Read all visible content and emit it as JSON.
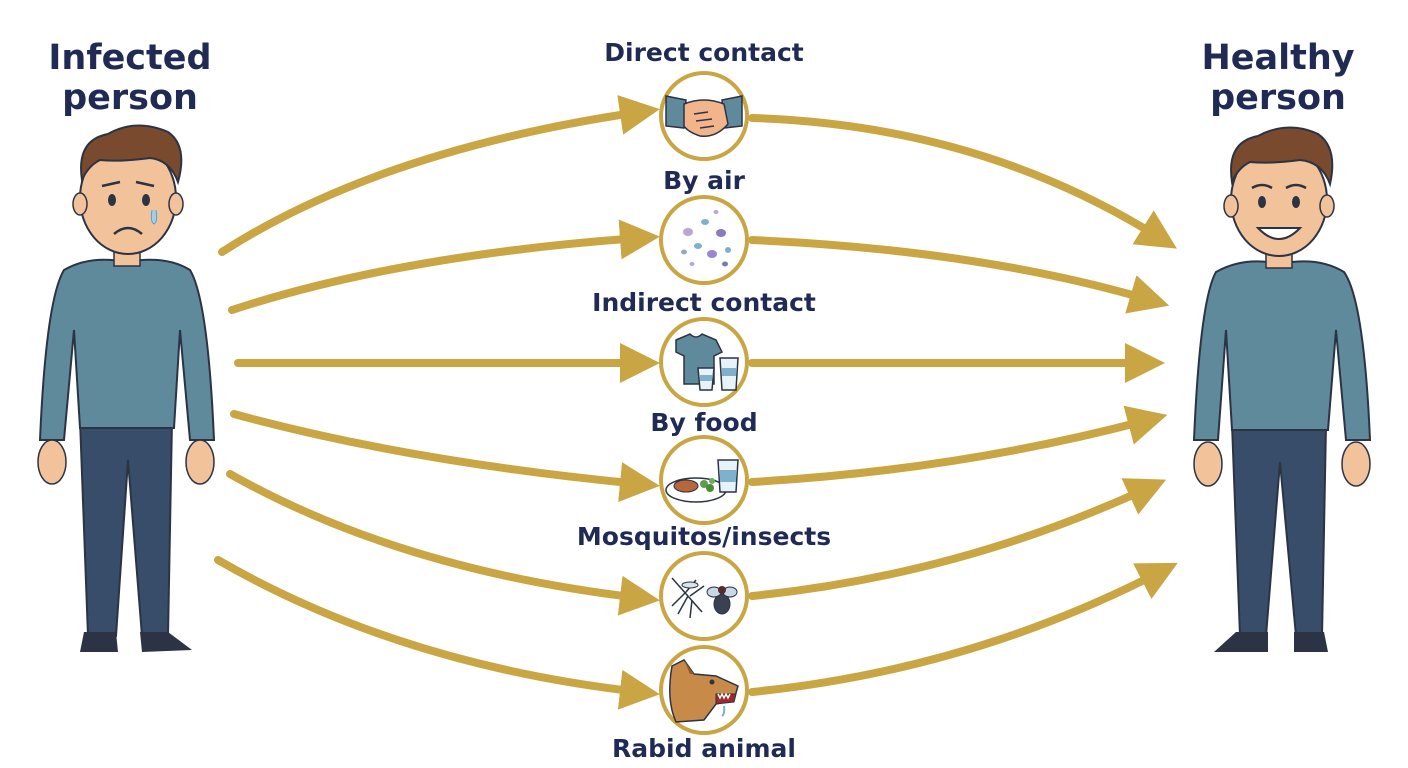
{
  "left_person": {
    "title_line1": "Infected",
    "title_line2": "person",
    "mood": "sad"
  },
  "right_person": {
    "title_line1": "Healthy",
    "title_line2": "person",
    "mood": "happy"
  },
  "routes": [
    {
      "label": "Direct contact",
      "icon": "handshake-icon"
    },
    {
      "label": "By air",
      "icon": "air-droplets-icon"
    },
    {
      "label": "Indirect contact",
      "icon": "shirt-and-glasses-icon"
    },
    {
      "label": "By food",
      "icon": "food-plate-icon"
    },
    {
      "label": "Mosquitos/insects",
      "icon": "mosquito-fly-icon"
    },
    {
      "label": "Rabid animal",
      "icon": "rabid-dog-icon"
    }
  ],
  "colors": {
    "arrow": "#c9a543",
    "text": "#1f2a55",
    "shirt": "#5e8a9c",
    "pants": "#384d69",
    "skin": "#f2c29a",
    "hair": "#7a4a2e",
    "outline": "#2b3344"
  }
}
